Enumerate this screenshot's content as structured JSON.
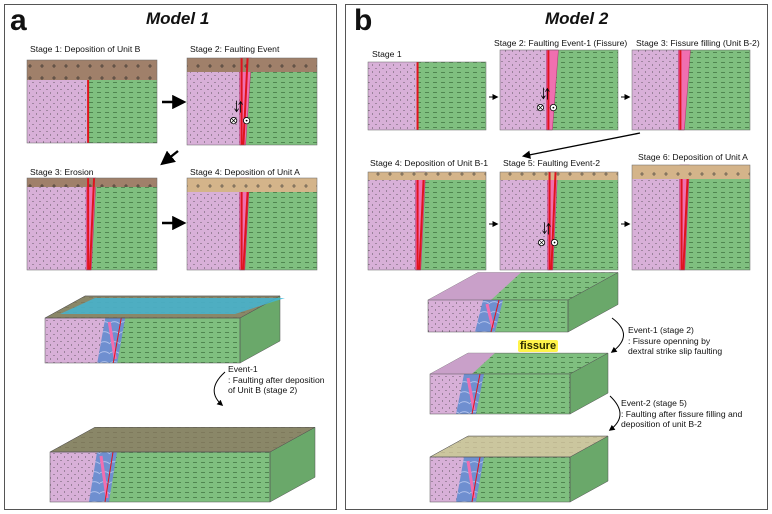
{
  "panel_a": {
    "letter": "a",
    "title": "Model 1",
    "stages": [
      {
        "label": "Stage 1: Deposition of Unit B"
      },
      {
        "label": "Stage 2: Faulting Event"
      },
      {
        "label": "Stage 3: Erosion"
      },
      {
        "label": "Stage 4: Deposition of Unit A"
      }
    ],
    "event": {
      "title": "Event-1",
      "desc_lines": [
        ": Faulting after deposition",
        "of Unit B (stage 2)"
      ]
    }
  },
  "panel_b": {
    "letter": "b",
    "title": "Model 2",
    "stages": [
      {
        "label": "Stage 1"
      },
      {
        "label": "Stage 2: Faulting Event-1 (Fissure)"
      },
      {
        "label": "Stage 3: Fissure filling (Unit B-2)"
      },
      {
        "label": "Stage 4: Deposition of Unit B-1"
      },
      {
        "label": "Stage 5: Faulting Event-2"
      },
      {
        "label": "Stage 6: Deposition of Unit A"
      }
    ],
    "events": [
      {
        "title": "Event-1 (stage 2)",
        "desc_lines": [
          ": Fissure openning by",
          "dextral strike slip faulting"
        ]
      },
      {
        "title": "Event-2 (stage 5)",
        "desc_lines": [
          ": Faulting after fissure filling and",
          "deposition of unit B-2"
        ]
      }
    ],
    "fissure_label": "fissure"
  },
  "colors": {
    "granite_purple": "#d8b0d8",
    "green_unit": "#7fbf7f",
    "brown_unit_b": "#a0806a",
    "tan_unit": "#d4b48a",
    "fault_red": "#e0141e",
    "fissure_pink": "#f06fb0",
    "vein_blue": "#6f8fd0",
    "water_cyan": "#3fb8d8"
  }
}
